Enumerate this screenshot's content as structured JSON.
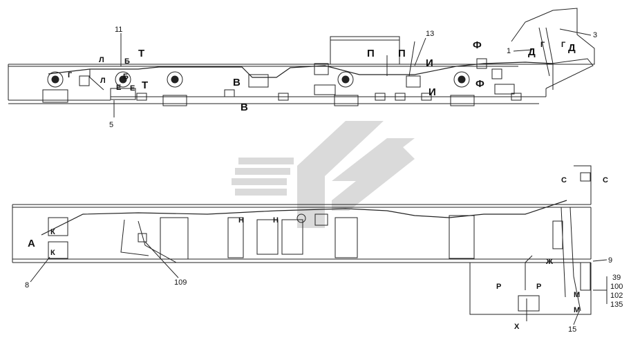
{
  "watermark": {
    "color": "#bfbfbf"
  },
  "top_view": {
    "callouts": {
      "c11": "11",
      "c13": "13",
      "c3": "3",
      "c1": "1",
      "c5": "5"
    },
    "letters": {
      "G": "Г",
      "L1": "Л",
      "L2": "Л",
      "B": "Б",
      "B2": "Б",
      "T1": "Т",
      "T2": "Т",
      "E1": "Е",
      "E2": "Е",
      "V1": "В",
      "V2": "В",
      "P1": "П",
      "P2": "П",
      "I1": "И",
      "I2": "И",
      "F1": "Ф",
      "F2": "Ф",
      "D1": "Д",
      "D2": "Д",
      "G2": "Г",
      "G3": "Г"
    }
  },
  "bottom_view": {
    "callouts": {
      "c8": "8",
      "c109": "109",
      "c9": "9",
      "c39": "39",
      "c100": "100",
      "c102": "102",
      "c135": "135",
      "c15": "15"
    },
    "letters": {
      "A": "А",
      "K1": "К",
      "K2": "К",
      "N1": "Н",
      "N2": "Н",
      "S1": "С",
      "S2": "С",
      "ZH": "Ж",
      "R1": "Р",
      "R2": "Р",
      "M1": "М",
      "M2": "М",
      "X": "Х"
    }
  }
}
